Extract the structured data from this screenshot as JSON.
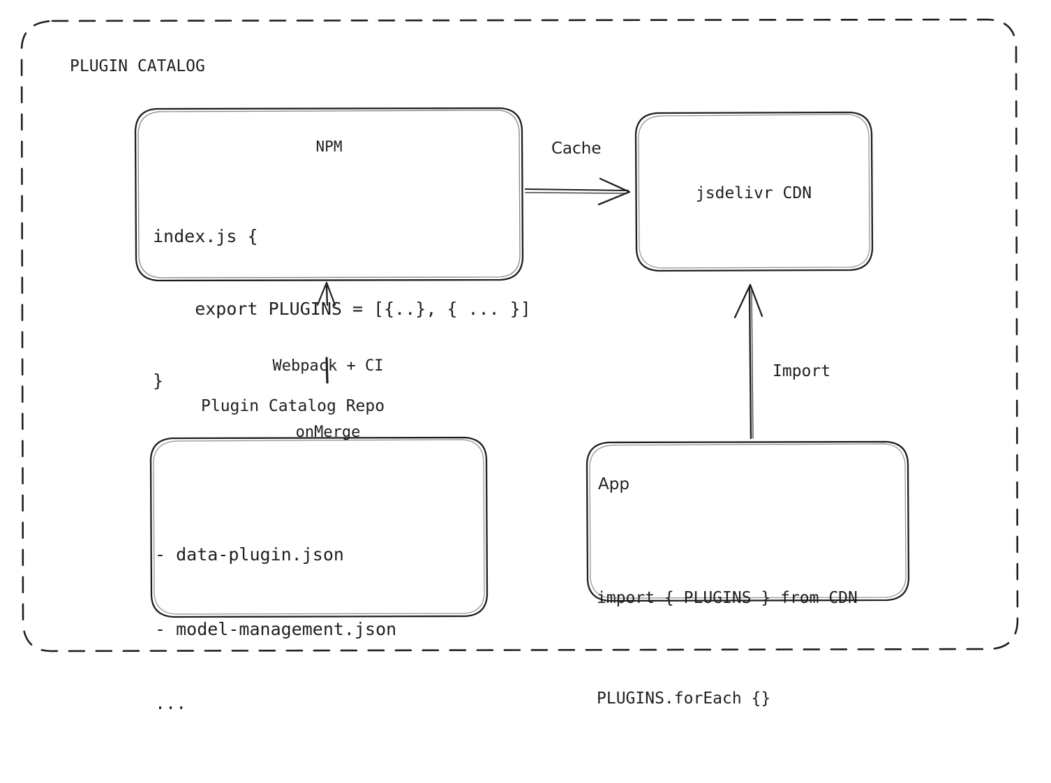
{
  "frame": {
    "title": "PLUGIN CATALOG",
    "style": "dashed",
    "stroke_color": "#1e1e1e"
  },
  "colors": {
    "stroke": "#1e1e1e",
    "background": "#ffffff",
    "text": "#1e1e1e"
  },
  "nodes": {
    "npm": {
      "title": "NPM",
      "code_lines": [
        "index.js {",
        "    export PLUGINS = [{..}, { ... }]",
        "}"
      ]
    },
    "cdn": {
      "title": "jsdelivr CDN"
    },
    "repo": {
      "title": "Plugin Catalog Repo",
      "list_lines": [
        "- data-plugin.json",
        "- model-management.json",
        "..."
      ]
    },
    "app": {
      "title": "App",
      "code_lines": [
        "import { PLUGINS } from CDN",
        "PLUGINS.forEach {}"
      ]
    }
  },
  "edges": {
    "npm_to_cdn": {
      "label": "Cache",
      "from": "npm",
      "to": "cdn",
      "direction": "right"
    },
    "repo_to_npm": {
      "label_lines": [
        "Webpack + CI",
        "onMerge"
      ],
      "from": "repo",
      "to": "npm",
      "direction": "up"
    },
    "app_to_cdn": {
      "label": "Import",
      "from": "app",
      "to": "cdn",
      "direction": "up"
    }
  }
}
